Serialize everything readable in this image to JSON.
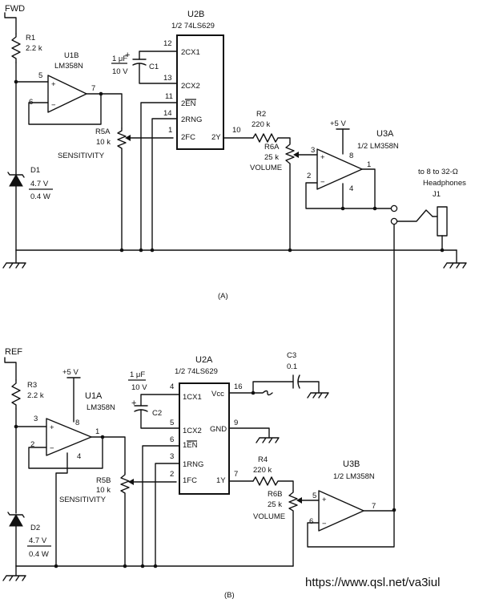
{
  "circuit_a": {
    "input_label": "FWD",
    "r1": {
      "ref": "R1",
      "value": "2.2 k"
    },
    "u1b": {
      "ref": "U1B",
      "part": "LM358N",
      "pin_in_plus": "5",
      "pin_in_minus": "6",
      "pin_out": "7"
    },
    "d1": {
      "ref": "D1",
      "v": "4.7 V",
      "w": "0.4 W"
    },
    "r5a": {
      "ref": "R5A",
      "value": "10 k",
      "name": "SENSITIVITY"
    },
    "u2b": {
      "ref": "U2B",
      "part": "1/2 74LS629",
      "pins": {
        "p12": "12",
        "p13": "13",
        "p11": "11",
        "p14": "14",
        "p1": "1",
        "p10": "10"
      },
      "labels": {
        "cx1": "2CX1",
        "cx2": "2CX2",
        "en": "2EN",
        "rng": "2RNG",
        "fc": "2FC",
        "y": "2Y"
      }
    },
    "c1": {
      "ref": "C1",
      "value_top": "1 μF",
      "value_bottom": "10 V",
      "plus": "+"
    },
    "r2": {
      "ref": "R2",
      "value": "220 k"
    },
    "r6a": {
      "ref": "R6A",
      "value": "25 k",
      "name": "VOLUME"
    },
    "u3a": {
      "ref": "U3A",
      "part": "1/2 LM358N",
      "supply": "+5 V",
      "pin_plus": "3",
      "pin_minus": "2",
      "pin_vcc": "8",
      "pin_gnd": "4",
      "pin_out": "1"
    },
    "headphones": {
      "line1": "to 8 to 32-Ω",
      "line2": "Headphones",
      "ref": "J1"
    },
    "caption": "(A)"
  },
  "circuit_b": {
    "input_label": "REF",
    "r3": {
      "ref": "R3",
      "value": "2.2 k"
    },
    "u1a": {
      "ref": "U1A",
      "part": "LM358N",
      "supply": "+5 V",
      "pin_plus": "3",
      "pin_minus": "2",
      "pin_vcc": "8",
      "pin_gnd": "4",
      "pin_out": "1"
    },
    "d2": {
      "ref": "D2",
      "v": "4.7 V",
      "w": "0.4 W"
    },
    "r5b": {
      "ref": "R5B",
      "value": "10 k",
      "name": "SENSITIVITY"
    },
    "u2a": {
      "ref": "U2A",
      "part": "1/2 74LS629",
      "pins": {
        "p4": "4",
        "p5a": "5",
        "p6": "6",
        "p3": "3",
        "p2": "2",
        "p16": "16",
        "p9": "9",
        "p7": "7"
      },
      "labels": {
        "cx1": "1CX1",
        "cx2": "1CX2",
        "en": "1EN",
        "rng": "1RNG",
        "fc": "1FC",
        "vcc": "Vcc",
        "gnd": "GND",
        "y": "1Y"
      }
    },
    "c2": {
      "ref": "C2",
      "value_top": "1 μF",
      "value_bottom": "10 V",
      "plus": "+"
    },
    "c3": {
      "ref": "C3",
      "value": "0.1"
    },
    "r4": {
      "ref": "R4",
      "value": "220 k"
    },
    "r6b": {
      "ref": "R6B",
      "value": "25 k",
      "name": "VOLUME"
    },
    "u3b": {
      "ref": "U3B",
      "part": "1/2 LM358N",
      "pin_plus": "5",
      "pin_minus": "6",
      "pin_out": "7"
    },
    "caption": "(B)"
  },
  "watermark": "https://www.qsl.net/va3iul"
}
